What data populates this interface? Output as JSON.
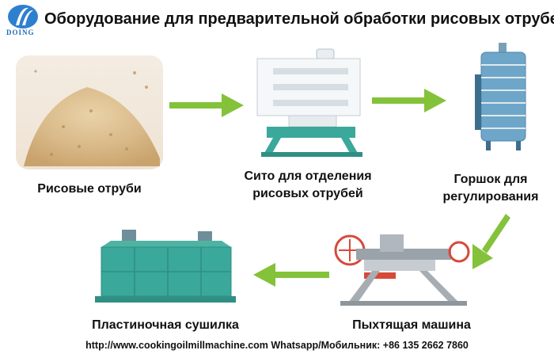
{
  "title": "Оборудование для предварительной обработки рисовых отрубей",
  "logo": {
    "text": "DOING",
    "color": "#1f6bb8"
  },
  "colors": {
    "arrow": "#84c23a",
    "machine_teal": "#3aa89a",
    "machine_blue": "#6ea6c9"
  },
  "steps": [
    {
      "label": "Рисовые отруби",
      "image": "rice-bran-pile"
    },
    {
      "label_line1": "Сито для отделения",
      "label_line2": "рисовых отрубей",
      "image": "sieve-machine"
    },
    {
      "label_line1": "Горшок для",
      "label_line2": "регулирования",
      "image": "conditioning-pot"
    },
    {
      "label": "Пыхтящая машина",
      "image": "puffing-machine"
    },
    {
      "label": "Пластиночная сушилка",
      "image": "plate-dryer"
    }
  ],
  "footer": "http://www.cookingoilmillmachine.com  Whatsapp/Мобильник: +86 135 2662 7860"
}
